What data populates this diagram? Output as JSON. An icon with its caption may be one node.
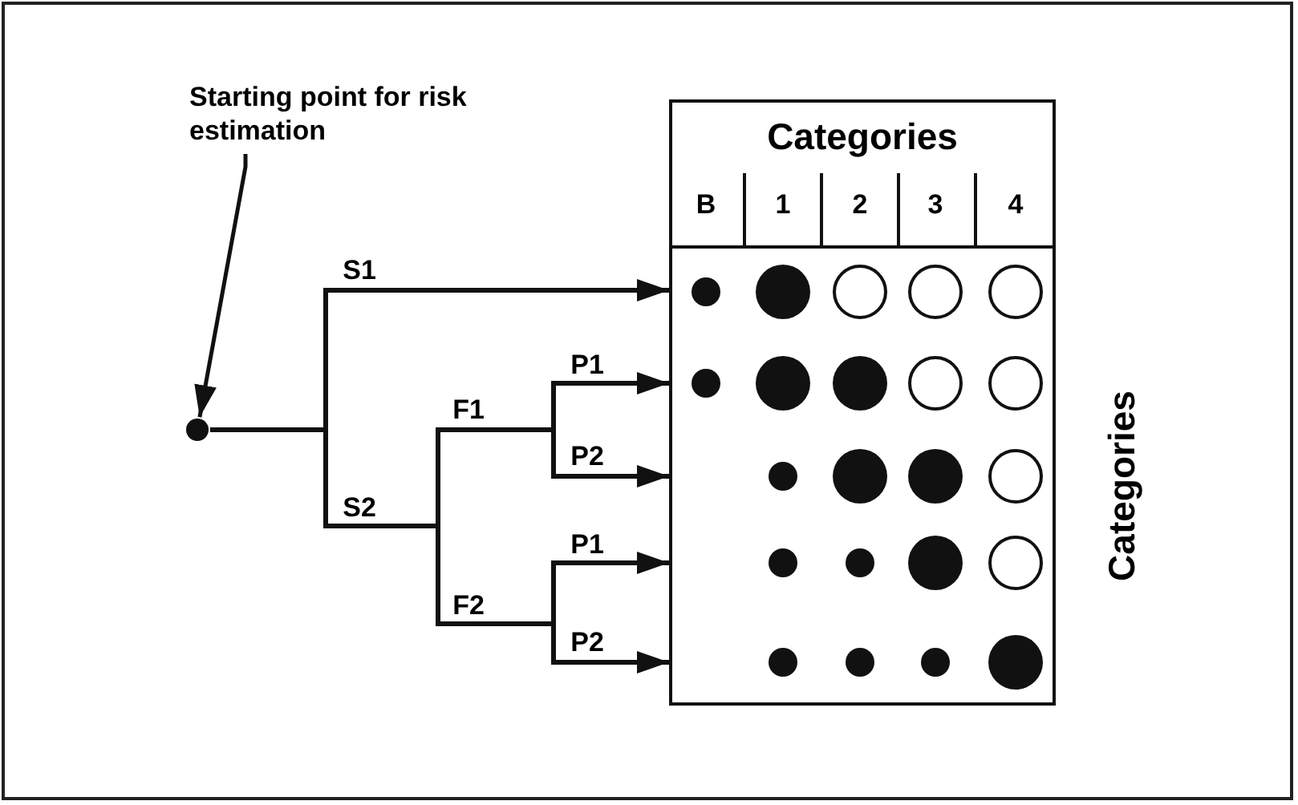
{
  "diagram": {
    "nodes": [
      {
        "text": [
          "Starting point for risk estimation"
        ]
      },
      {
        "text": [],
        "shape": "circle"
      },
      {
        "text": [
          "Categories",
          "Categories"
        ]
      }
    ],
    "edges": [
      {
        "from": 0,
        "to": 1,
        "arrow": "to"
      },
      {
        "from": 1,
        "to": 2,
        "arrow": "to"
      },
      {
        "from": 1,
        "to": 2,
        "arrow": "to"
      },
      {
        "from": 1,
        "to": 2,
        "arrow": "to"
      },
      {
        "from": 1,
        "to": 2,
        "arrow": "to"
      },
      {
        "from": 1,
        "to": 2,
        "arrow": "to"
      }
    ],
    "labels": [
      "B",
      "1",
      "2",
      "3",
      "4",
      "S1",
      "P1",
      "F1",
      "P2",
      "S2",
      "P1",
      "F2",
      "P2"
    ]
  }
}
